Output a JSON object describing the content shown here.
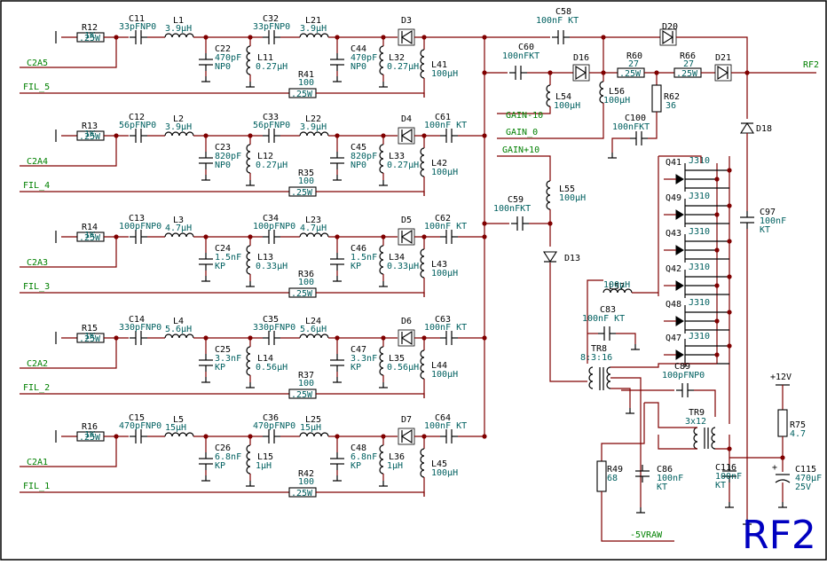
{
  "sheet": {
    "title": "RF2",
    "border_color": "#000000",
    "wire_color": "#800000",
    "value_color": "#006060",
    "net_color": "#008000",
    "title_color": "#0000c0",
    "filter_bands": [
      {
        "in_net": "C2A5",
        "fil_net": "FIL_5",
        "r_in": {
          "ref": "R12",
          "val": "1K",
          "pkg": ".25W"
        },
        "c_a": {
          "ref": "C11",
          "val": "33pFNP0"
        },
        "l_a": {
          "ref": "L1",
          "val": "3.9µH"
        },
        "c_sh1": {
          "ref": "C22",
          "val1": "470pF",
          "val2": "NP0"
        },
        "l_sh1": {
          "ref": "L11",
          "val": "0.27µH"
        },
        "c_b": {
          "ref": "C32",
          "val": "33pFNP0"
        },
        "l_b": {
          "ref": "L21",
          "val": "3.9µH"
        },
        "c_sh2": {
          "ref": "C44",
          "val1": "470pF",
          "val2": "NP0"
        },
        "l_sh2": {
          "ref": "L32",
          "val": "0.27µH"
        },
        "diode": "D3",
        "l_out": {
          "ref": "L41",
          "val": "100µH"
        },
        "c_out": {
          "ref": "",
          "val": ""
        },
        "r_fil": {
          "ref": "R41",
          "val": "100",
          "pkg": ".25W"
        }
      },
      {
        "in_net": "C2A4",
        "fil_net": "FIL_4",
        "r_in": {
          "ref": "R13",
          "val": "1K",
          "pkg": ".25W"
        },
        "c_a": {
          "ref": "C12",
          "val": "56pFNP0"
        },
        "l_a": {
          "ref": "L2",
          "val": "3.9µH"
        },
        "c_sh1": {
          "ref": "C23",
          "val1": "820pF",
          "val2": "NP0"
        },
        "l_sh1": {
          "ref": "L12",
          "val": "0.27µH"
        },
        "c_b": {
          "ref": "C33",
          "val": "56pFNP0"
        },
        "l_b": {
          "ref": "L22",
          "val": "3.9µH"
        },
        "c_sh2": {
          "ref": "C45",
          "val1": "820pF",
          "val2": "NP0"
        },
        "l_sh2": {
          "ref": "L33",
          "val": "0.27µH"
        },
        "diode": "D4",
        "l_out": {
          "ref": "L42",
          "val": "100µH"
        },
        "c_out": {
          "ref": "C61",
          "val": "100nF KT"
        },
        "r_fil": {
          "ref": "R35",
          "val": "100",
          "pkg": ".25W"
        }
      },
      {
        "in_net": "C2A3",
        "fil_net": "FIL_3",
        "r_in": {
          "ref": "R14",
          "val": "1K",
          "pkg": ".25W"
        },
        "c_a": {
          "ref": "C13",
          "val": "100pFNP0"
        },
        "l_a": {
          "ref": "L3",
          "val": "4.7µH"
        },
        "c_sh1": {
          "ref": "C24",
          "val1": "1.5nF",
          "val2": "KP"
        },
        "l_sh1": {
          "ref": "L13",
          "val": "0.33µH"
        },
        "c_b": {
          "ref": "C34",
          "val": "100pFNP0"
        },
        "l_b": {
          "ref": "L23",
          "val": "4.7µH"
        },
        "c_sh2": {
          "ref": "C46",
          "val1": "1.5nF",
          "val2": "KP"
        },
        "l_sh2": {
          "ref": "L34",
          "val": "0.33µH"
        },
        "diode": "D5",
        "l_out": {
          "ref": "L43",
          "val": "100µH"
        },
        "c_out": {
          "ref": "C62",
          "val": "100nF KT"
        },
        "r_fil": {
          "ref": "R36",
          "val": "100",
          "pkg": ".25W"
        }
      },
      {
        "in_net": "C2A2",
        "fil_net": "FIL_2",
        "r_in": {
          "ref": "R15",
          "val": "1K",
          "pkg": ".25W"
        },
        "c_a": {
          "ref": "C14",
          "val": "330pFNP0"
        },
        "l_a": {
          "ref": "L4",
          "val": "5.6µH"
        },
        "c_sh1": {
          "ref": "C25",
          "val1": "3.3nF",
          "val2": "KP"
        },
        "l_sh1": {
          "ref": "L14",
          "val": "0.56µH"
        },
        "c_b": {
          "ref": "C35",
          "val": "330pFNP0"
        },
        "l_b": {
          "ref": "L24",
          "val": "5.6µH"
        },
        "c_sh2": {
          "ref": "C47",
          "val1": "3.3nF",
          "val2": "KP"
        },
        "l_sh2": {
          "ref": "L35",
          "val": "0.56µH"
        },
        "diode": "D6",
        "l_out": {
          "ref": "L44",
          "val": "100µH"
        },
        "c_out": {
          "ref": "C63",
          "val": "100nF KT"
        },
        "r_fil": {
          "ref": "R37",
          "val": "100",
          "pkg": ".25W"
        }
      },
      {
        "in_net": "C2A1",
        "fil_net": "FIL_1",
        "r_in": {
          "ref": "R16",
          "val": "1K",
          "pkg": ".25W"
        },
        "c_a": {
          "ref": "C15",
          "val": "470pFNP0"
        },
        "l_a": {
          "ref": "L5",
          "val": "15µH"
        },
        "c_sh1": {
          "ref": "C26",
          "val1": "6.8nF",
          "val2": "KP"
        },
        "l_sh1": {
          "ref": "L15",
          "val": "1µH"
        },
        "c_b": {
          "ref": "C36",
          "val": "470pFNP0"
        },
        "l_b": {
          "ref": "L25",
          "val": "15µH"
        },
        "c_sh2": {
          "ref": "C48",
          "val1": "6.8nF",
          "val2": "KP"
        },
        "l_sh2": {
          "ref": "L36",
          "val": "1µH"
        },
        "diode": "D7",
        "l_out": {
          "ref": "L45",
          "val": "100µH"
        },
        "c_out": {
          "ref": "C64",
          "val": "100nF KT"
        },
        "r_fil": {
          "ref": "R42",
          "val": "100",
          "pkg": ".25W"
        }
      }
    ],
    "rf_chain": {
      "c58": {
        "ref": "C58",
        "val": "100nF KT"
      },
      "d20": "D20",
      "c60": {
        "ref": "C60",
        "val": "100nFKT"
      },
      "d16": "D16",
      "r60": {
        "ref": "R60",
        "val": "27",
        "pkg": ".25W"
      },
      "r66": {
        "ref": "R66",
        "val": "27",
        "pkg": ".25W"
      },
      "d21": "D21",
      "out_net": "RF2",
      "l54": {
        "ref": "L54",
        "val": "100µH"
      },
      "l56": {
        "ref": "L56",
        "val": "100µH"
      },
      "r62": {
        "ref": "R62",
        "val": "36",
        "pkg": ".25W"
      },
      "c100": {
        "ref": "C100",
        "val": "100nFKT"
      },
      "gain_m10": "GAIN-10",
      "gain_0": "GAIN_0",
      "gain_p10": "GAIN+10",
      "d18": "D18",
      "c59": {
        "ref": "C59",
        "val": "100nFKT"
      },
      "l55": {
        "ref": "L55",
        "val": "100µH"
      },
      "d13": "D13",
      "c97": {
        "ref": "C97",
        "val1": "100nF",
        "val2": "KT"
      }
    },
    "amplifier": {
      "transistors": [
        {
          "ref": "Q41",
          "type": "J310"
        },
        {
          "ref": "Q49",
          "type": "J310"
        },
        {
          "ref": "Q43",
          "type": "J310"
        },
        {
          "ref": "Q42",
          "type": "J310"
        },
        {
          "ref": "Q48",
          "type": "J310"
        },
        {
          "ref": "Q47",
          "type": "J310"
        }
      ],
      "l57": {
        "ref": "L57",
        "val": "100µH"
      },
      "c83": {
        "ref": "C83",
        "val": "100nF KT"
      },
      "tr8": {
        "ref": "TR8",
        "val": "8:3:16"
      },
      "c89": {
        "ref": "C89",
        "val": "100pFNP0"
      },
      "tr9": {
        "ref": "TR9",
        "val": "3x12"
      },
      "r49": {
        "ref": "R49",
        "val": "68",
        "pkg": ".25W"
      },
      "c86": {
        "ref": "C86",
        "val1": "100nF",
        "val2": "KT"
      },
      "c116": {
        "ref": "C116",
        "val1": "100nF",
        "val2": "KT"
      },
      "c115": {
        "ref": "C115",
        "val1": "470µF",
        "val2": "25V"
      },
      "r75": {
        "ref": "R75",
        "val": "4.7",
        "pkg": ".25W"
      },
      "supply_pos": "+12V",
      "supply_neg": "-5VRAW"
    }
  }
}
